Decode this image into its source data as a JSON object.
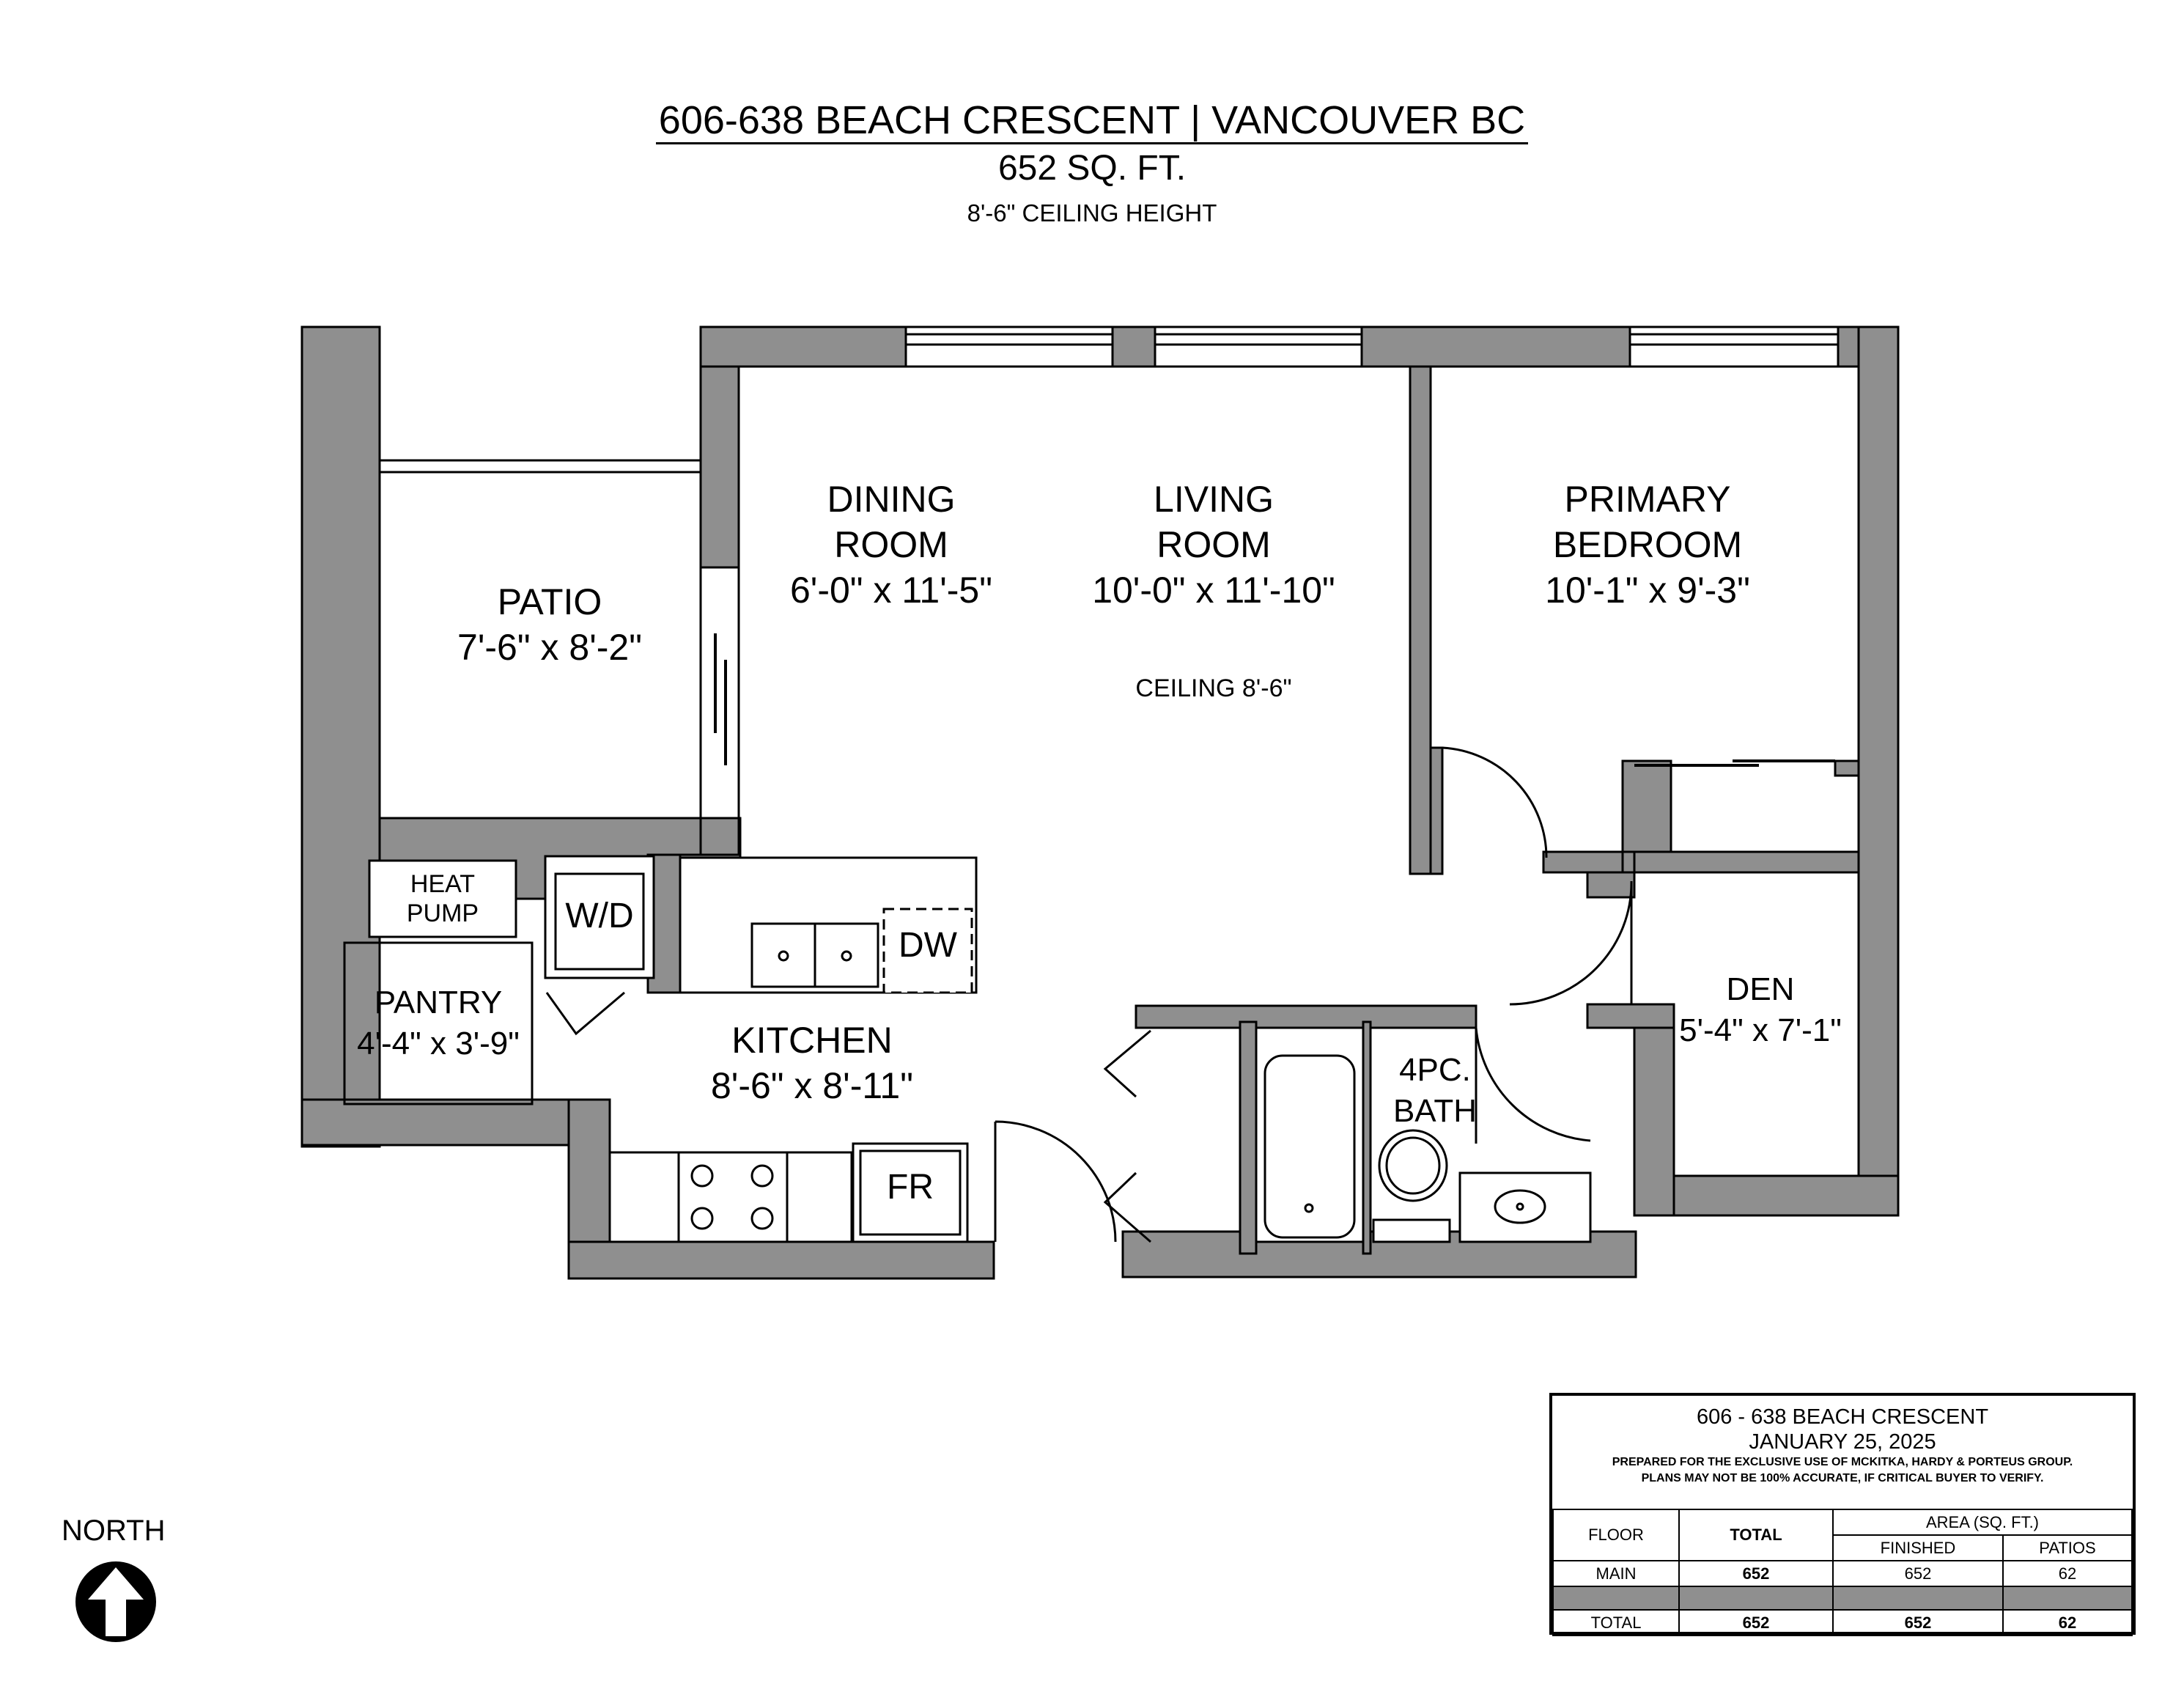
{
  "header": {
    "title": "606-638 BEACH CRESCENT | VANCOUVER BC",
    "area": "652 SQ. FT.",
    "ceiling_height": "8'-6\" CEILING HEIGHT"
  },
  "rooms": {
    "patio": {
      "name": "PATIO",
      "dims": "7'-6\" x 8'-2\""
    },
    "dining": {
      "name1": "DINING",
      "name2": "ROOM",
      "dims": "6'-0\" x 11'-5\""
    },
    "living": {
      "name1": "LIVING",
      "name2": "ROOM",
      "dims": "10'-0\" x 11'-10\"",
      "ceiling": "CEILING 8'-6\""
    },
    "primary": {
      "name1": "PRIMARY",
      "name2": "BEDROOM",
      "dims": "10'-1\" x 9'-3\""
    },
    "den": {
      "name": "DEN",
      "dims": "5'-4\" x 7'-1\""
    },
    "kitchen": {
      "name": "KITCHEN",
      "dims": "8'-6\" x 8'-11\""
    },
    "pantry": {
      "name": "PANTRY",
      "dims": "4'-4\" x 3'-9\""
    },
    "bath": {
      "name1": "4PC.",
      "name2": "BATH"
    }
  },
  "fixtures": {
    "heat_pump1": "HEAT",
    "heat_pump2": "PUMP",
    "washer_dryer": "W/D",
    "dishwasher": "DW",
    "fridge": "FR"
  },
  "north": {
    "label": "NORTH"
  },
  "title_block": {
    "address": "606 - 638 BEACH CRESCENT",
    "date": "JANUARY 25, 2025",
    "note1": "PREPARED FOR THE EXCLUSIVE USE OF MCKITKA, HARDY & PORTEUS GROUP.",
    "note2": "PLANS MAY NOT BE 100% ACCURATE, IF CRITICAL BUYER TO VERIFY.",
    "col_floor": "FLOOR",
    "col_total": "TOTAL",
    "col_area": "AREA (SQ. FT.)",
    "col_finished": "FINISHED",
    "col_patios": "PATIOS",
    "rows": [
      {
        "floor": "MAIN",
        "total": "652",
        "finished": "652",
        "patios": "62"
      },
      {
        "floor": "TOTAL",
        "total": "652",
        "finished": "652",
        "patios": "62"
      }
    ]
  },
  "colors": {
    "wall": "#8f8f8f",
    "line": "#000000",
    "background": "#ffffff"
  }
}
